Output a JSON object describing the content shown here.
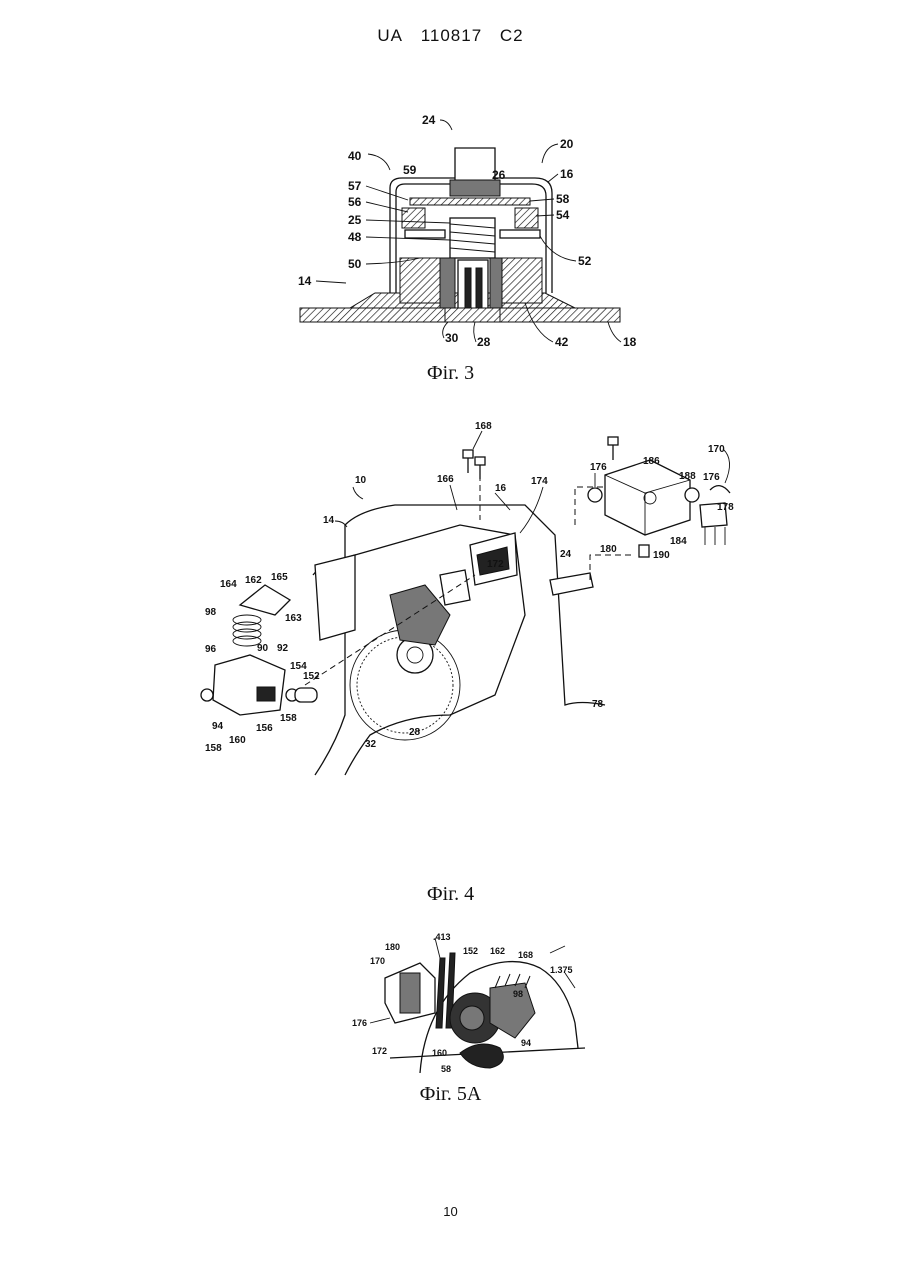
{
  "header": {
    "office": "UA",
    "number": "110817",
    "kind": "C2"
  },
  "fig3": {
    "caption": "Фіг. 3",
    "labels": [
      "24",
      "20",
      "40",
      "59",
      "26",
      "16",
      "57",
      "58",
      "56",
      "54",
      "25",
      "48",
      "52",
      "50",
      "14",
      "30",
      "28",
      "42",
      "18"
    ]
  },
  "fig4": {
    "caption": "Фіг. 4",
    "labels": [
      "168",
      "170",
      "176",
      "186",
      "176",
      "174",
      "188",
      "178",
      "10",
      "166",
      "16",
      "180",
      "184",
      "190",
      "24",
      "14",
      "164",
      "162",
      "165",
      "98",
      "163",
      "96",
      "90",
      "92",
      "154",
      "152",
      "94",
      "160",
      "156",
      "158",
      "158",
      "78",
      "28",
      "32",
      "172"
    ]
  },
  "fig5a": {
    "caption": "Фіг. 5А",
    "labels": [
      ".413",
      "180",
      "152",
      "162",
      "168",
      "170",
      "1.375",
      "98",
      "176",
      "172",
      "160",
      "94",
      "58"
    ]
  },
  "page_number": "10"
}
